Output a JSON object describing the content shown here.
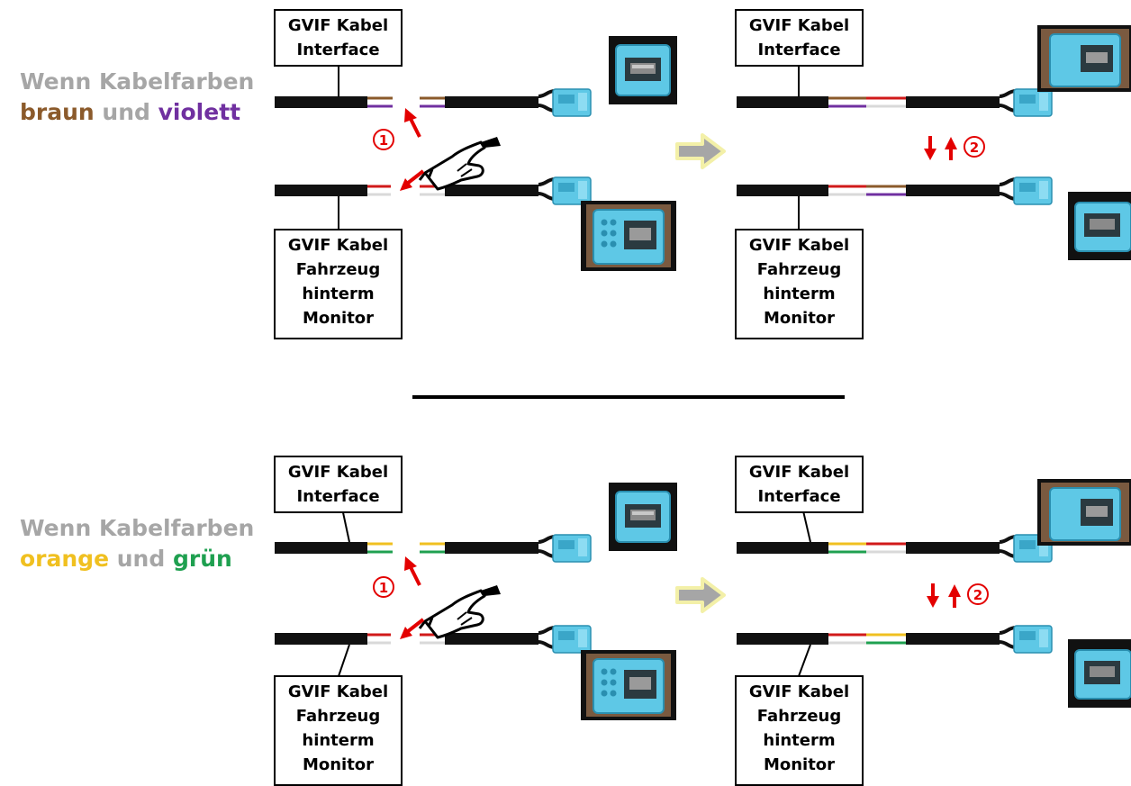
{
  "colors": {
    "label_grey": "#a6a6a6",
    "braun": "#8b5a2b",
    "violett": "#7030a0",
    "orange": "#f0c020",
    "gruen": "#1fa050",
    "red_wire": "#d11a1a",
    "white_wire": "#d9d9d9",
    "connector_blue": "#5ec8e6",
    "arrow_red": "#e30000",
    "arrow_grey": "#a6a6a6"
  },
  "section_top": {
    "label_line1": "Wenn Kabelfarben",
    "label_word1": "braun",
    "label_and": "und",
    "label_word2": "violett",
    "left": {
      "top_box": [
        "GVIF Kabel",
        "Interface"
      ],
      "bottom_box": [
        "GVIF Kabel",
        "Fahrzeug",
        "hinterm",
        "Monitor"
      ],
      "step_marker": "1"
    },
    "right": {
      "top_box": [
        "GVIF Kabel",
        "Interface"
      ],
      "bottom_box": [
        "GVIF Kabel",
        "Fahrzeug",
        "hinterm",
        "Monitor"
      ],
      "step_marker": "2"
    }
  },
  "section_bottom": {
    "label_line1": "Wenn Kabelfarben",
    "label_word1": "orange",
    "label_and": "und",
    "label_word2": "grün",
    "left": {
      "top_box": [
        "GVIF Kabel",
        "Interface"
      ],
      "bottom_box": [
        "GVIF Kabel",
        "Fahrzeug",
        "hinterm",
        "Monitor"
      ],
      "step_marker": "1"
    },
    "right": {
      "top_box": [
        "GVIF Kabel",
        "Interface"
      ],
      "bottom_box": [
        "GVIF Kabel",
        "Fahrzeug",
        "hinterm",
        "Monitor"
      ],
      "step_marker": "2"
    }
  }
}
